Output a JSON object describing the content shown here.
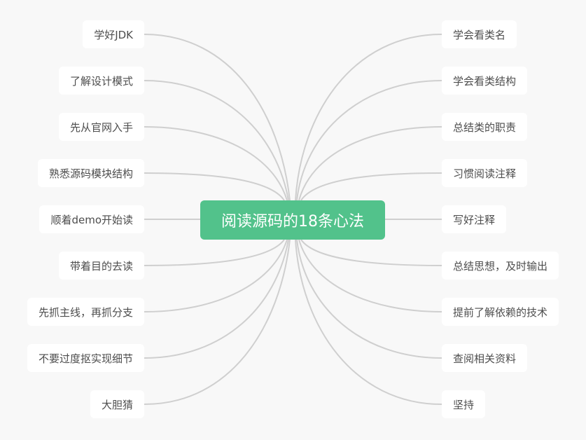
{
  "diagram": {
    "type": "mindmap",
    "colors": {
      "background": "#f8f8f8",
      "center_fill": "#52c28b",
      "center_text": "#ffffff",
      "node_fill": "#ffffff",
      "node_text": "#4d4d4d",
      "link": "#cfcfcf"
    },
    "center": {
      "label": "阅读源码的18条心法"
    },
    "left": [
      {
        "label": "学好JDK"
      },
      {
        "label": "了解设计模式"
      },
      {
        "label": "先从官网入手"
      },
      {
        "label": "熟悉源码模块结构"
      },
      {
        "label": "顺着demo开始读"
      },
      {
        "label": "带着目的去读"
      },
      {
        "label": "先抓主线，再抓分支"
      },
      {
        "label": "不要过度抠实现细节"
      },
      {
        "label": "大胆猜"
      }
    ],
    "right": [
      {
        "label": "学会看类名"
      },
      {
        "label": "学会看类结构"
      },
      {
        "label": "总结类的职责"
      },
      {
        "label": "习惯阅读注释"
      },
      {
        "label": "写好注释"
      },
      {
        "label": "总结思想，及时输出"
      },
      {
        "label": "提前了解依赖的技术"
      },
      {
        "label": "查阅相关资料"
      },
      {
        "label": "坚持"
      }
    ]
  }
}
